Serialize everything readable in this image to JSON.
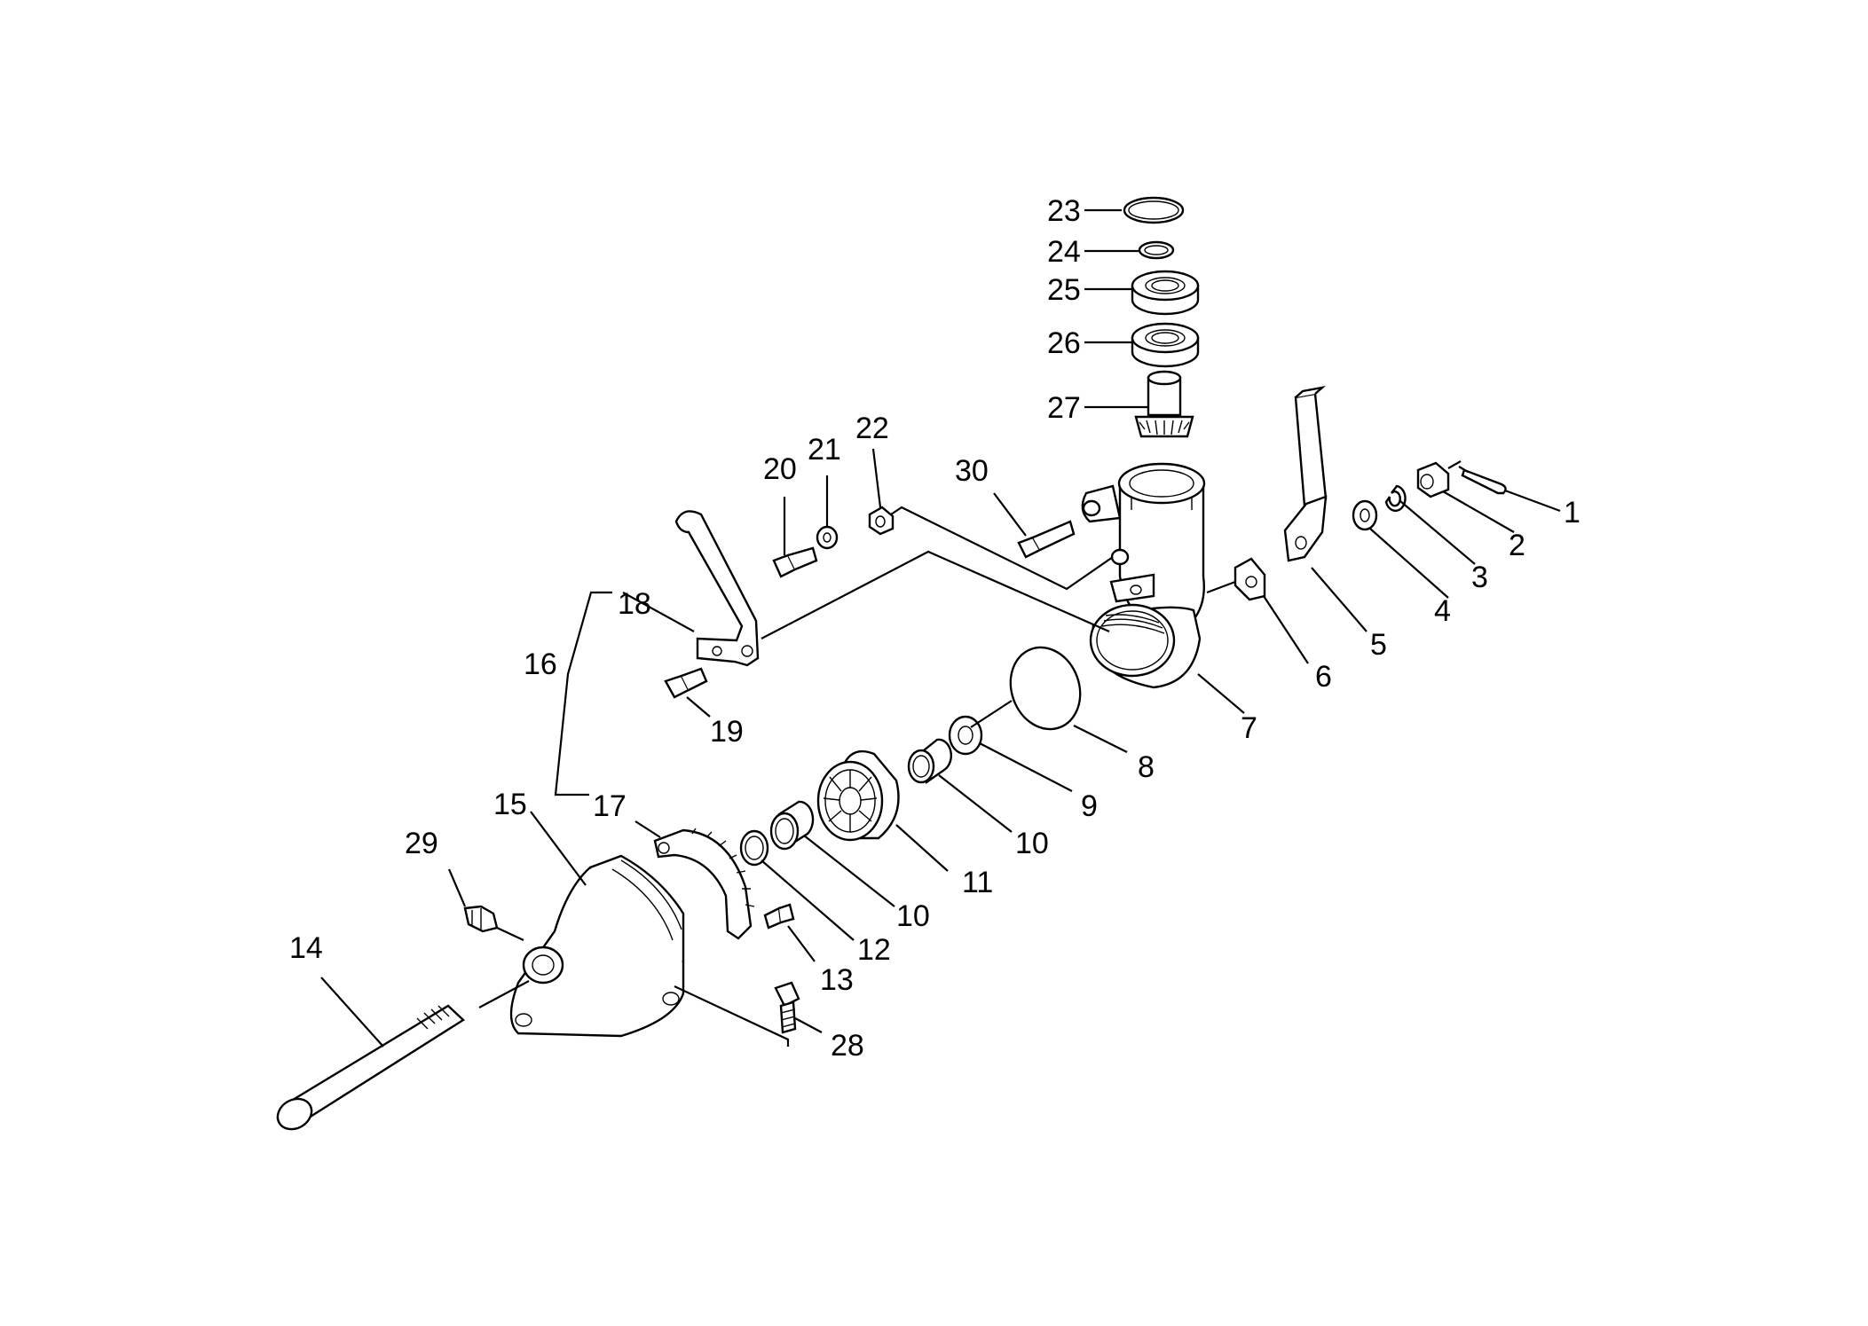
{
  "diagram": {
    "callouts": [
      {
        "id": "c1",
        "label": "1"
      },
      {
        "id": "c2",
        "label": "2"
      },
      {
        "id": "c3",
        "label": "3"
      },
      {
        "id": "c4",
        "label": "4"
      },
      {
        "id": "c5",
        "label": "5"
      },
      {
        "id": "c6",
        "label": "6"
      },
      {
        "id": "c7",
        "label": "7"
      },
      {
        "id": "c8",
        "label": "8"
      },
      {
        "id": "c9",
        "label": "9"
      },
      {
        "id": "c10a",
        "label": "10"
      },
      {
        "id": "c10b",
        "label": "10"
      },
      {
        "id": "c11",
        "label": "11"
      },
      {
        "id": "c12",
        "label": "12"
      },
      {
        "id": "c13",
        "label": "13"
      },
      {
        "id": "c14",
        "label": "14"
      },
      {
        "id": "c15",
        "label": "15"
      },
      {
        "id": "c16",
        "label": "16"
      },
      {
        "id": "c17",
        "label": "17"
      },
      {
        "id": "c18",
        "label": "18"
      },
      {
        "id": "c19",
        "label": "19"
      },
      {
        "id": "c20",
        "label": "20"
      },
      {
        "id": "c21",
        "label": "21"
      },
      {
        "id": "c22",
        "label": "22"
      },
      {
        "id": "c23",
        "label": "23"
      },
      {
        "id": "c24",
        "label": "24"
      },
      {
        "id": "c25",
        "label": "25"
      },
      {
        "id": "c26",
        "label": "26"
      },
      {
        "id": "c27",
        "label": "27"
      },
      {
        "id": "c28",
        "label": "28"
      },
      {
        "id": "c29",
        "label": "29"
      },
      {
        "id": "c30",
        "label": "30"
      }
    ]
  }
}
